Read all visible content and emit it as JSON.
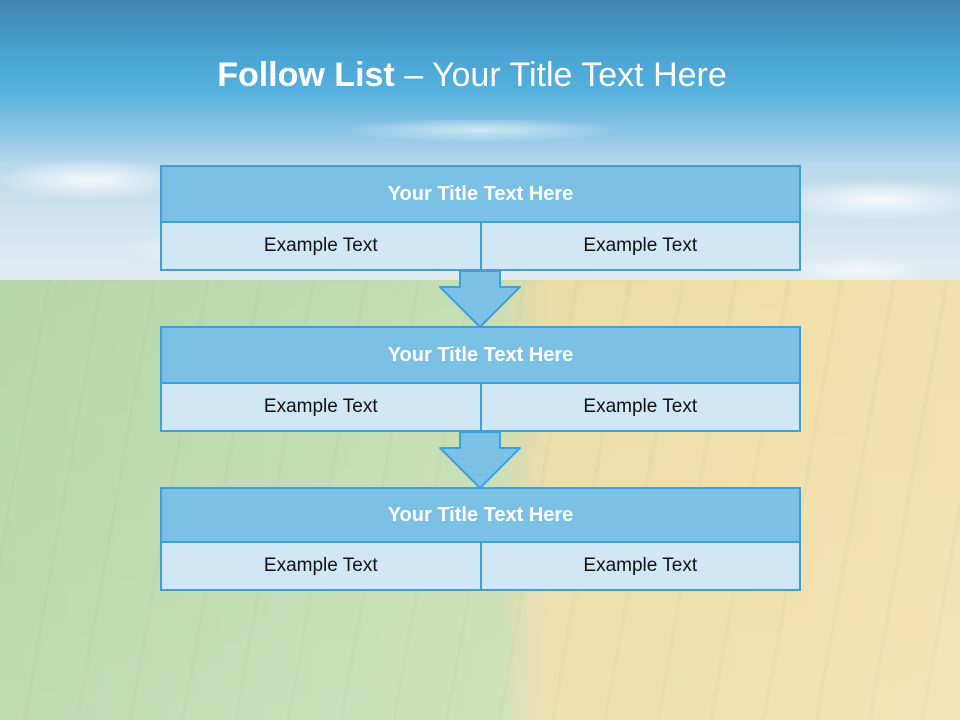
{
  "title": {
    "bold": "Follow List",
    "rest": "– Your Title Text Here"
  },
  "blocks": [
    {
      "header": "Your Title Text Here",
      "left": "Example Text",
      "right": "Example Text"
    },
    {
      "header": "Your Title Text Here",
      "left": "Example Text",
      "right": "Example Text"
    },
    {
      "header": "Your Title Text Here",
      "left": "Example Text",
      "right": "Example Text"
    }
  ],
  "colors": {
    "header_fill": "#7bc1e6",
    "cell_fill": "#d2e7f5",
    "border": "#3f9fd8",
    "title_text": "#ffffff"
  },
  "icons": [
    "down-arrow-icon",
    "down-arrow-icon"
  ]
}
